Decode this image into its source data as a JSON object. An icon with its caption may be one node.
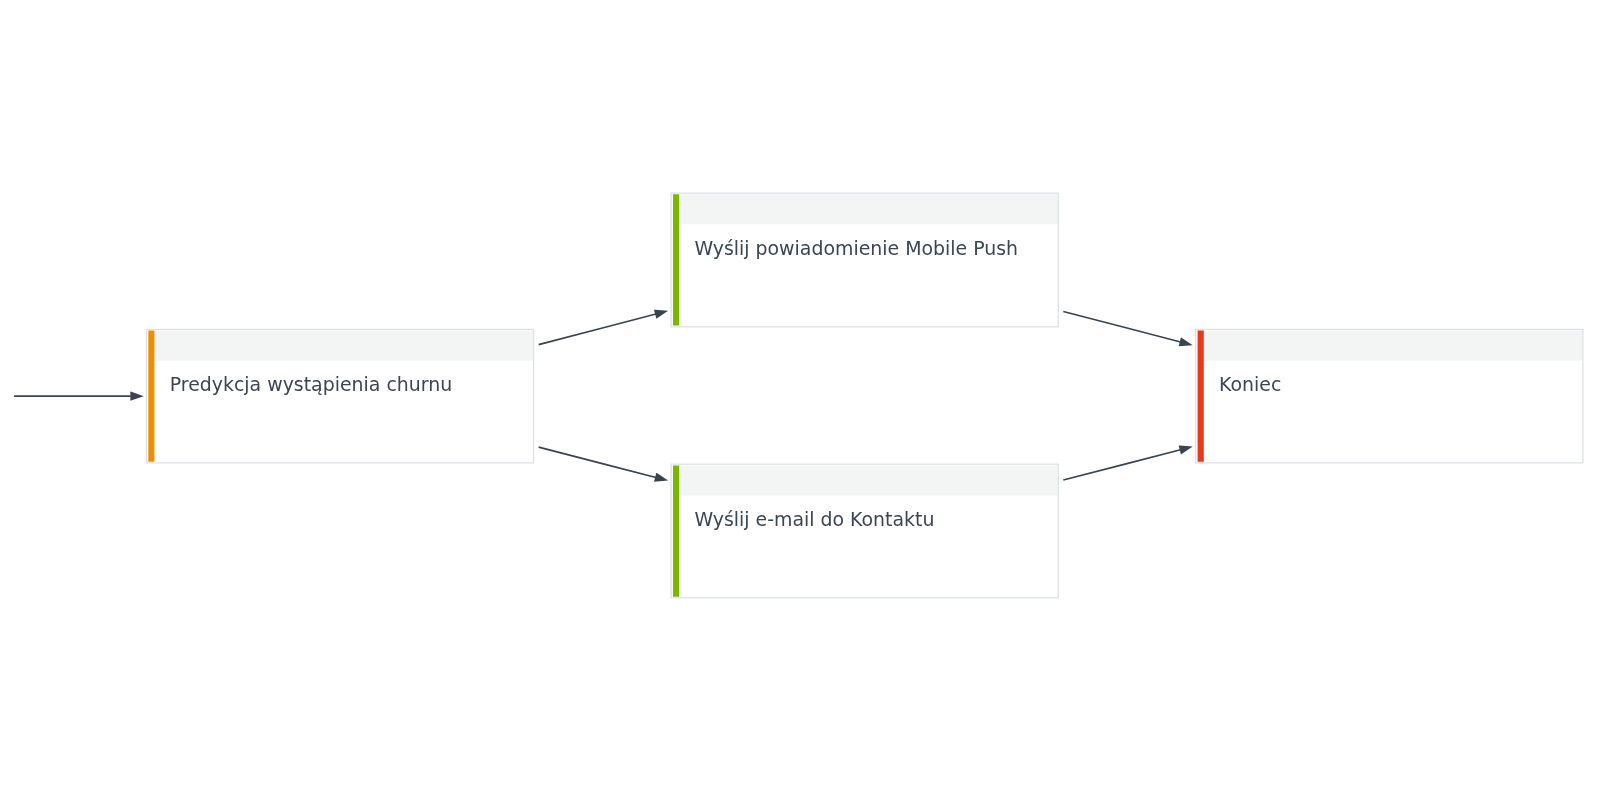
{
  "diagram": {
    "nodes": [
      {
        "text": [
          "Predykcja wystąpienia churnu"
        ]
      },
      {
        "text": [
          "Wyślij powiadomienie Mobile Push"
        ]
      },
      {
        "text": [
          "Wyślij e-mail do Kontaktu"
        ]
      },
      {
        "text": [
          "Koniec"
        ]
      }
    ],
    "edges": [
      {
        "from": null,
        "to": 0,
        "arrow": "to"
      },
      {
        "from": 0,
        "to": 1,
        "arrow": "to"
      },
      {
        "from": 0,
        "to": 2,
        "arrow": "to"
      },
      {
        "from": 1,
        "to": 3,
        "arrow": "to"
      },
      {
        "from": 2,
        "to": 3,
        "arrow": "to"
      }
    ]
  }
}
